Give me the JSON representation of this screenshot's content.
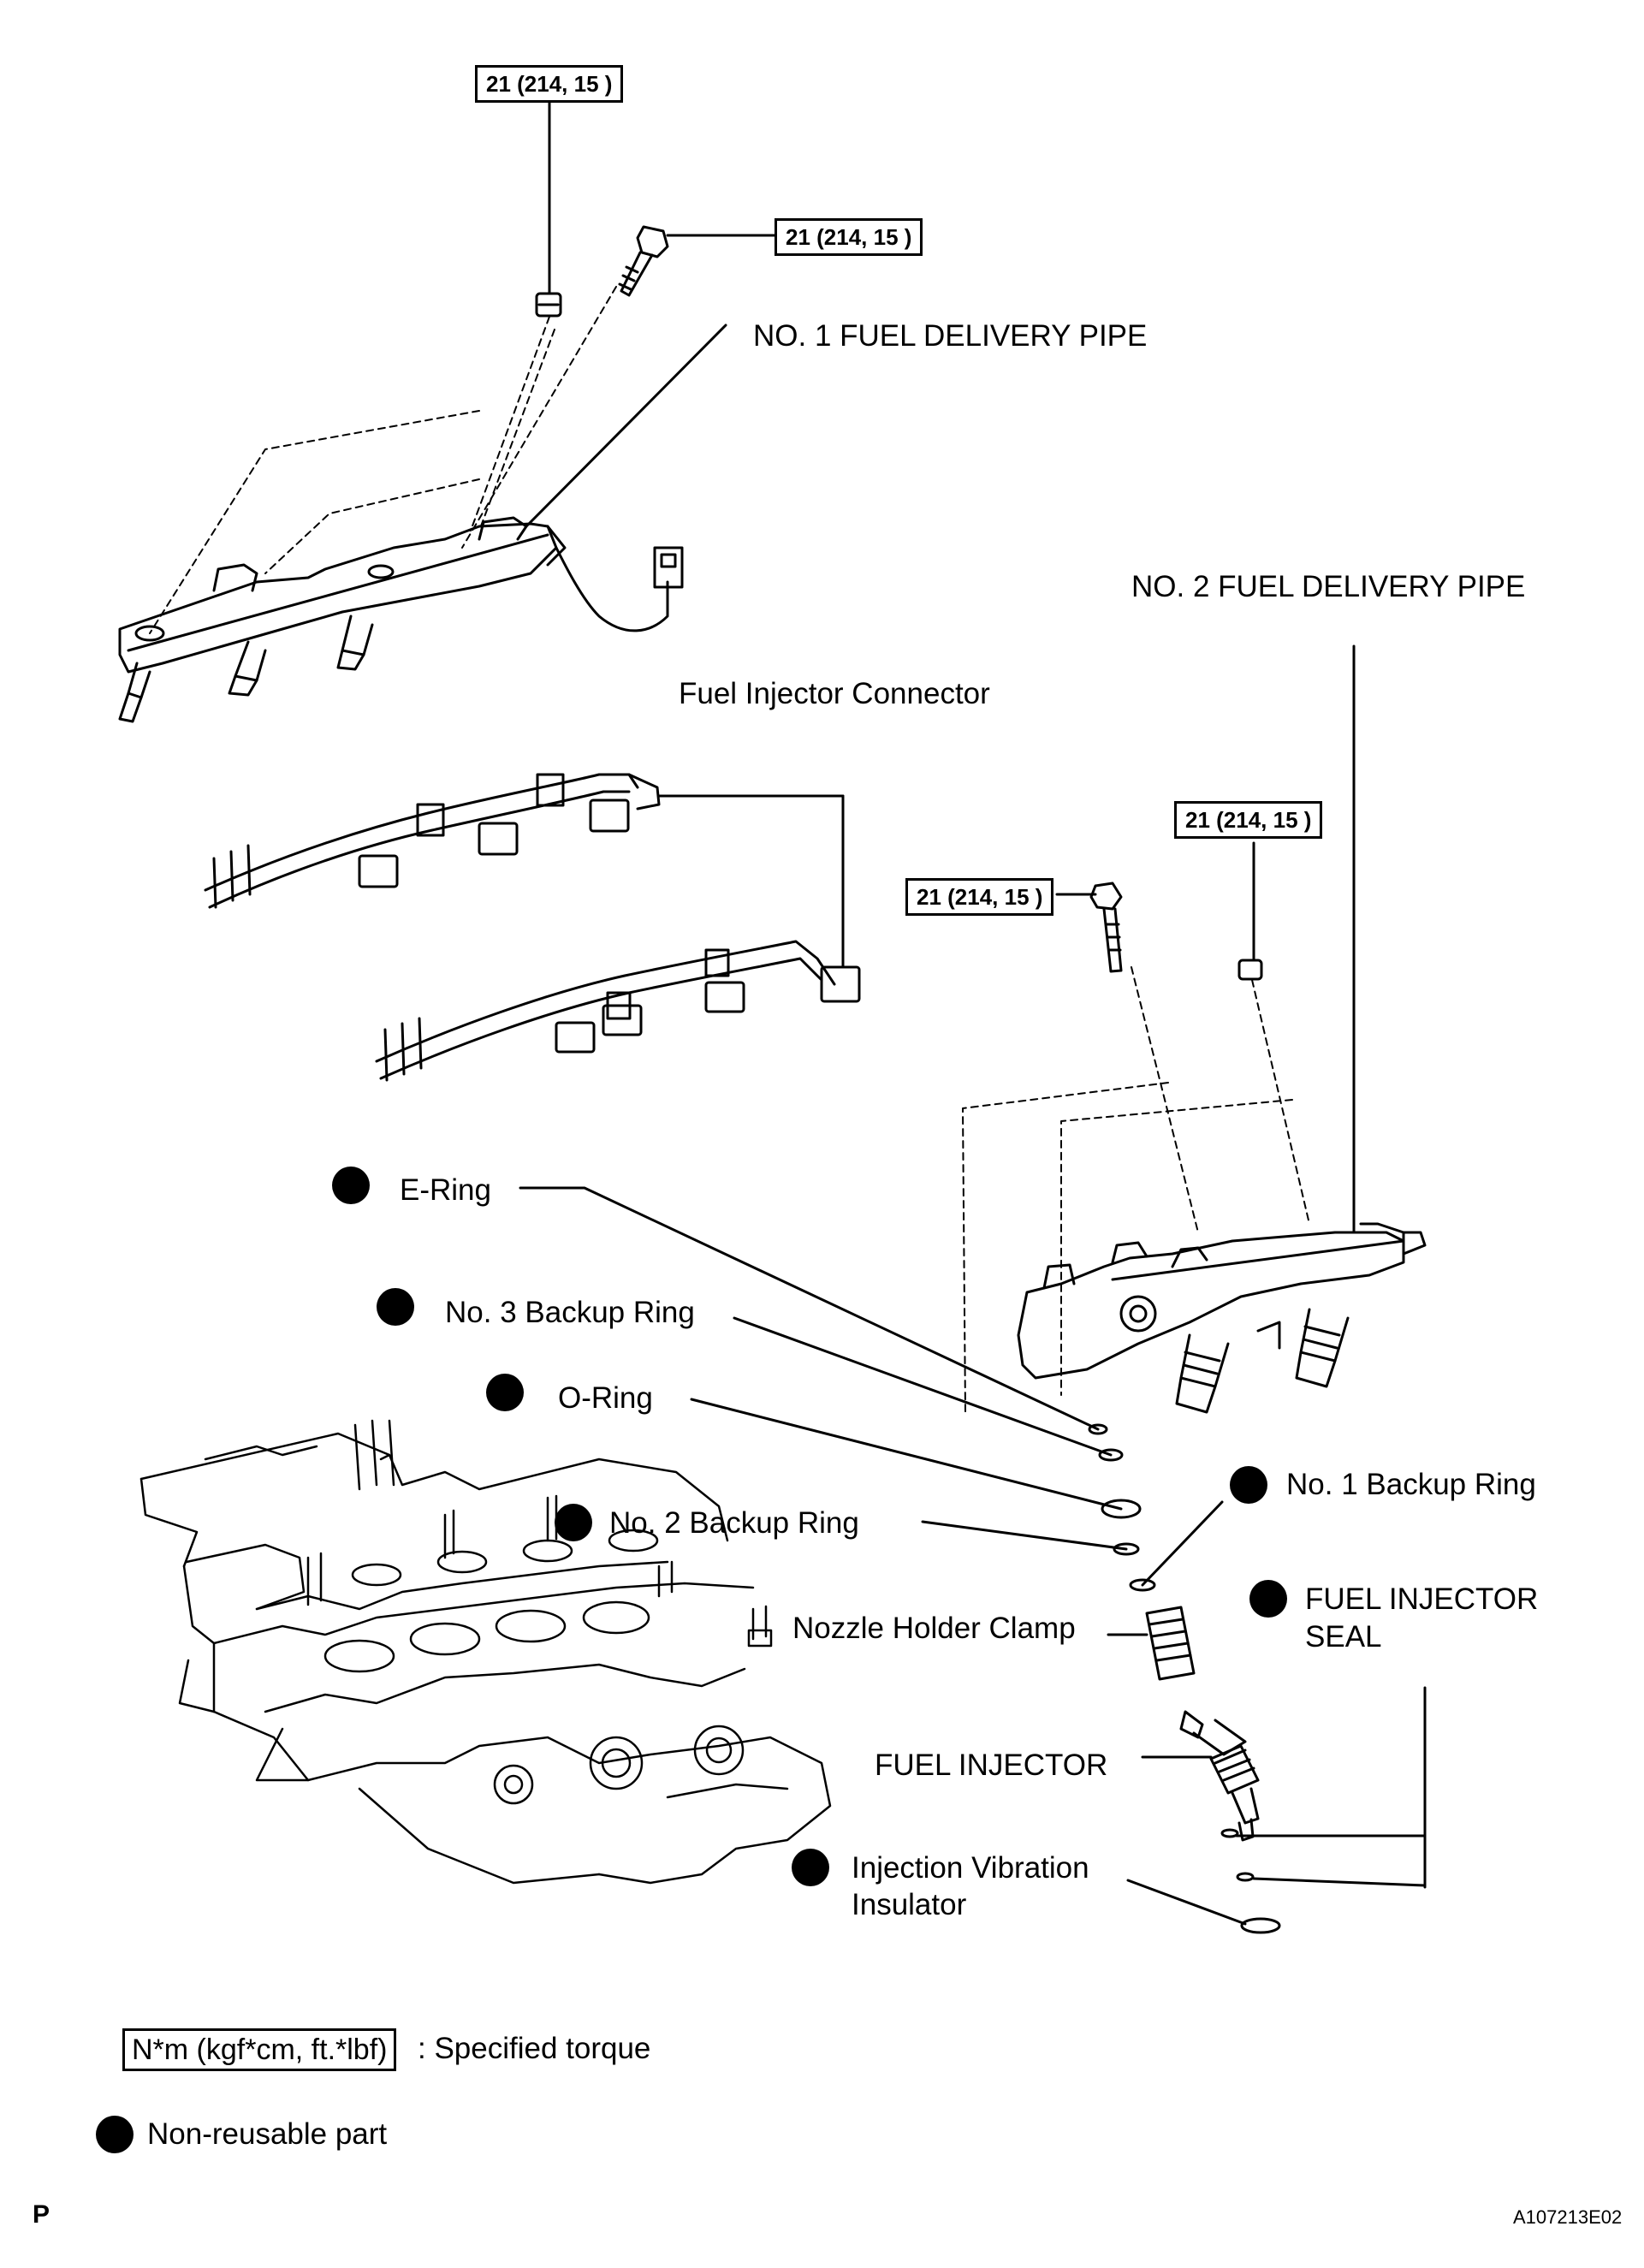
{
  "torque_labels": [
    "21 (214, 15 )",
    "21 (214, 15 )",
    "21 (214, 15 )",
    "21 (214, 15 )"
  ],
  "part_labels": {
    "no1_pipe": "NO. 1 FUEL DELIVERY PIPE",
    "no2_pipe": "NO. 2 FUEL DELIVERY PIPE",
    "connector": "Fuel Injector Connector",
    "e_ring": "E-Ring",
    "no3_backup": "No. 3 Backup Ring",
    "o_ring": "O-Ring",
    "no2_backup": "No. 2 Backup Ring",
    "no1_backup": "No. 1 Backup Ring",
    "nozzle_clamp": "Nozzle Holder Clamp",
    "injector_seal_line1": "FUEL INJECTOR",
    "injector_seal_line2": "SEAL",
    "injector": "FUEL INJECTOR",
    "vibration_line1": "Injection Vibration",
    "vibration_line2": "Insulator"
  },
  "legend": {
    "torque_unit": "N*m (kgf*cm, ft.*lbf)",
    "torque_text": ": Specified torque",
    "nonreusable_text": "Non-reusable part"
  },
  "corner_left": "P",
  "figure_id": "A107213E02"
}
